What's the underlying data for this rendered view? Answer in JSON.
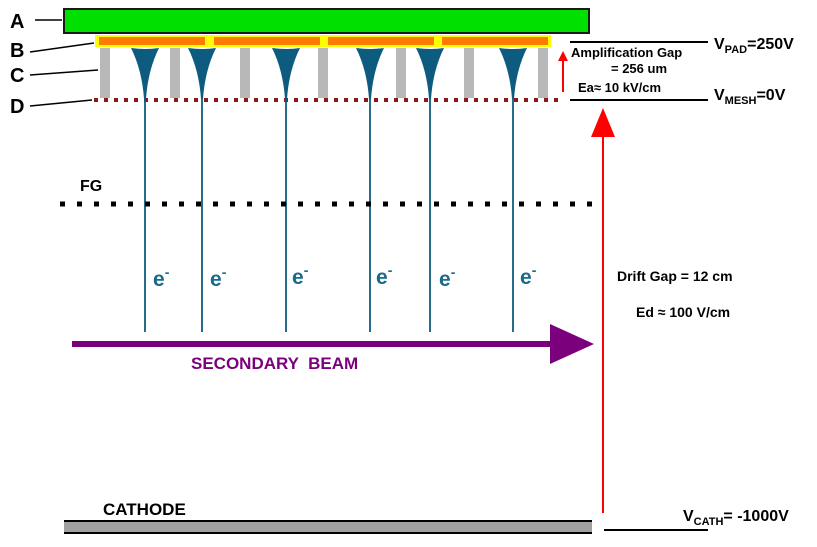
{
  "labels": {
    "a": "A",
    "b": "B",
    "c": "C",
    "d": "D",
    "fg": "FG",
    "cathode": "CATHODE",
    "secondary_beam": "SECONDARY  BEAM"
  },
  "electron": {
    "base": "e",
    "sup": "-"
  },
  "electron_count": 6,
  "amplification": {
    "line1": "Amplification Gap",
    "line2": "= 256 um",
    "line3": "Ea≈ 10 kV/cm"
  },
  "drift": {
    "line1": "Drift Gap = 12 cm",
    "line2": "Ed ≈ 100 V/cm"
  },
  "voltages": {
    "pad": {
      "prefix": "V",
      "sub": "PAD",
      "value": "=250V"
    },
    "mesh": {
      "prefix": "V",
      "sub": "MESH",
      "value": "=0V"
    },
    "cath": {
      "prefix": "V",
      "sub": "CATH",
      "value": "= -1000V"
    }
  },
  "colors": {
    "board": "#00e000",
    "pad": "#ff7a00",
    "pad_border": "#ffff00",
    "pillar": "#b8b8b8",
    "mesh": "#8b1a1a",
    "avalanche": "#0d5c80",
    "electron_text": "#1a6a8a",
    "beam": "#7b007b",
    "arrow": "#ff0000",
    "cathode": "#a0a0a0"
  }
}
